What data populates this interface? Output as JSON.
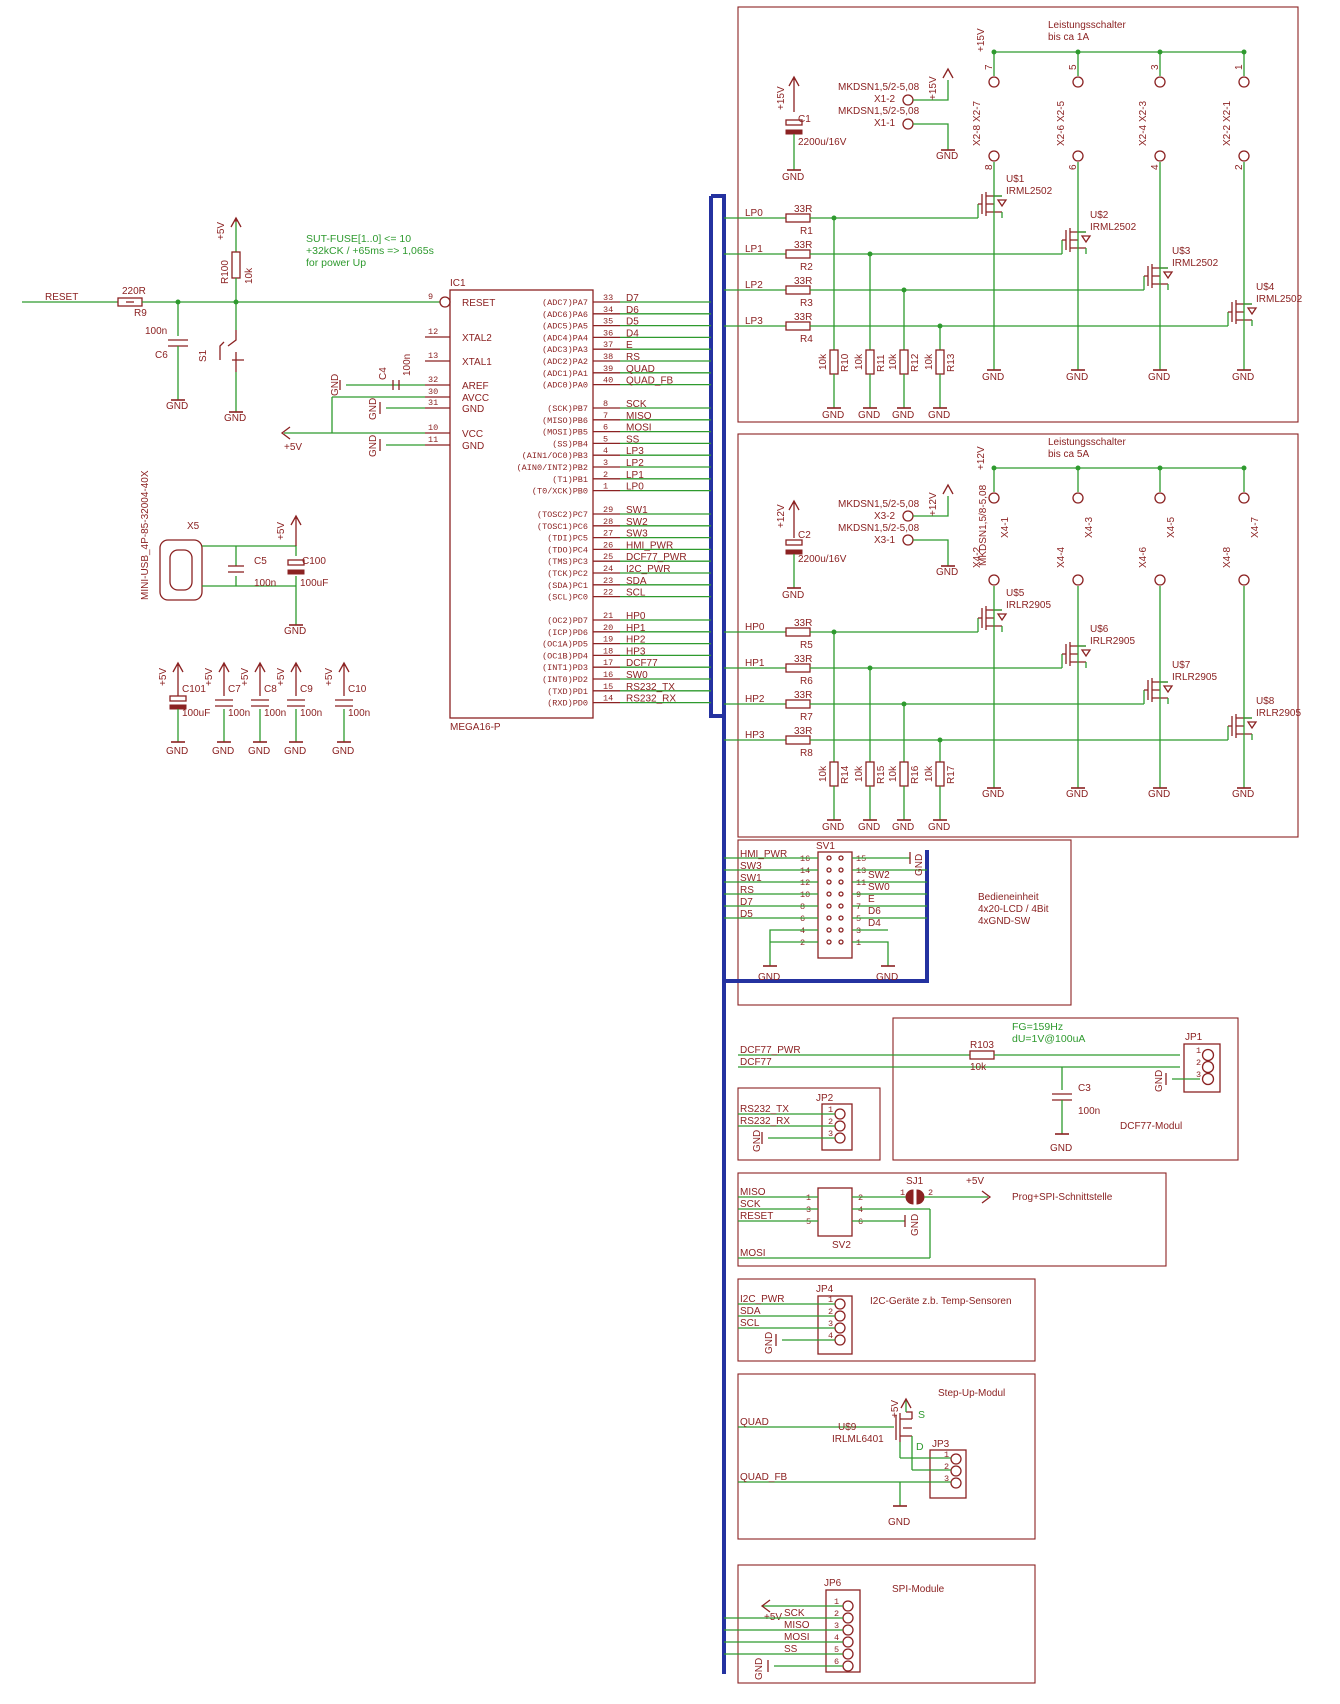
{
  "mcu": {
    "ref": "IC1",
    "value": "MEGA16-P",
    "left_pins": [
      {
        "num": "9",
        "name": "RESET"
      },
      {
        "num": "12",
        "name": "XTAL2"
      },
      {
        "num": "13",
        "name": "XTAL1"
      },
      {
        "num": "32",
        "name": "AREF"
      },
      {
        "num": "30",
        "name": "AVCC"
      },
      {
        "num": "31",
        "name": "GND"
      },
      {
        "num": "10",
        "name": "VCC"
      },
      {
        "num": "11",
        "name": "GND"
      }
    ],
    "right_pins": [
      {
        "num": "33",
        "name": "(ADC7)PA7",
        "net": "D7"
      },
      {
        "num": "34",
        "name": "(ADC6)PA6",
        "net": "D6"
      },
      {
        "num": "35",
        "name": "(ADC5)PA5",
        "net": "D5"
      },
      {
        "num": "36",
        "name": "(ADC4)PA4",
        "net": "D4"
      },
      {
        "num": "37",
        "name": "(ADC3)PA3",
        "net": "E"
      },
      {
        "num": "38",
        "name": "(ADC2)PA2",
        "net": "RS"
      },
      {
        "num": "39",
        "name": "(ADC1)PA1",
        "net": "QUAD"
      },
      {
        "num": "40",
        "name": "(ADC0)PA0",
        "net": "QUAD_FB"
      },
      {
        "num": "8",
        "name": "(SCK)PB7",
        "net": "SCK"
      },
      {
        "num": "7",
        "name": "(MISO)PB6",
        "net": "MISO"
      },
      {
        "num": "6",
        "name": "(MOSI)PB5",
        "net": "MOSI"
      },
      {
        "num": "5",
        "name": "(SS)PB4",
        "net": "SS"
      },
      {
        "num": "4",
        "name": "(AIN1/OC0)PB3",
        "net": "LP3"
      },
      {
        "num": "3",
        "name": "(AIN0/INT2)PB2",
        "net": "LP2"
      },
      {
        "num": "2",
        "name": "(T1)PB1",
        "net": "LP1"
      },
      {
        "num": "1",
        "name": "(T0/XCK)PB0",
        "net": "LP0"
      },
      {
        "num": "29",
        "name": "(TOSC2)PC7",
        "net": "SW1"
      },
      {
        "num": "28",
        "name": "(TOSC1)PC6",
        "net": "SW2"
      },
      {
        "num": "27",
        "name": "(TDI)PC5",
        "net": "SW3"
      },
      {
        "num": "26",
        "name": "(TDO)PC4",
        "net": "HMI_PWR"
      },
      {
        "num": "25",
        "name": "(TMS)PC3",
        "net": "DCF77_PWR"
      },
      {
        "num": "24",
        "name": "(TCK)PC2",
        "net": "I2C_PWR"
      },
      {
        "num": "23",
        "name": "(SDA)PC1",
        "net": "SDA"
      },
      {
        "num": "22",
        "name": "(SCL)PC0",
        "net": "SCL"
      },
      {
        "num": "21",
        "name": "(OC2)PD7",
        "net": "HP0"
      },
      {
        "num": "20",
        "name": "(ICP)PD6",
        "net": "HP1"
      },
      {
        "num": "19",
        "name": "(OC1A)PD5",
        "net": "HP2"
      },
      {
        "num": "18",
        "name": "(OC1B)PD4",
        "net": "HP3"
      },
      {
        "num": "17",
        "name": "(INT1)PD3",
        "net": "DCF77"
      },
      {
        "num": "16",
        "name": "(INT0)PD2",
        "net": "SW0"
      },
      {
        "num": "15",
        "name": "(TXD)PD1",
        "net": "RS232_TX"
      },
      {
        "num": "14",
        "name": "(RXD)PD0",
        "net": "RS232_RX"
      }
    ]
  },
  "reset": {
    "net": "RESET",
    "r9": {
      "ref": "R9",
      "value": "220R"
    },
    "c6": {
      "ref": "C6",
      "value": "100n"
    },
    "r100": {
      "ref": "R100",
      "value": "10k"
    },
    "s1": {
      "ref": "S1"
    },
    "note": [
      "SUT-FUSE[1..0] <= 10",
      "+32kCK / +65ms => 1,065s",
      "for power Up"
    ],
    "c4": {
      "ref": "C4",
      "value": "100n"
    }
  },
  "usb": {
    "ref": "X5",
    "value": "MINI-USB_4P-85-32004-40X",
    "c5": {
      "ref": "C5",
      "value": "100n"
    },
    "c100": {
      "ref": "C100",
      "value": "100uF"
    }
  },
  "decoupling": [
    {
      "ref": "C101",
      "value": "100uF",
      "polar": true
    },
    {
      "ref": "C7",
      "value": "100n",
      "polar": false
    },
    {
      "ref": "C8",
      "value": "100n",
      "polar": false
    },
    {
      "ref": "C9",
      "value": "100n",
      "polar": false
    },
    {
      "ref": "C10",
      "value": "100n",
      "polar": false
    }
  ],
  "power_labels": {
    "p5": "+5V",
    "p15": "+15V",
    "p12": "+12V",
    "gnd": "GND"
  },
  "lp_block": {
    "title": [
      "Leistungsschalter",
      "bis ca 1A"
    ],
    "supply": "+15V",
    "cap": {
      "ref": "C1",
      "value": "2200u/16V"
    },
    "terminals": [
      "MKDSN1,5/2-5,08",
      "X1-2",
      "MKDSN1,5/2-5,08",
      "X1-1"
    ],
    "nets": [
      "LP0",
      "LP1",
      "LP2",
      "LP3"
    ],
    "gate_res": [
      {
        "ref": "R1",
        "value": "33R"
      },
      {
        "ref": "R2",
        "value": "33R"
      },
      {
        "ref": "R3",
        "value": "33R"
      },
      {
        "ref": "R4",
        "value": "33R"
      }
    ],
    "pulldowns": [
      {
        "ref": "R10",
        "value": "10k"
      },
      {
        "ref": "R11",
        "value": "10k"
      },
      {
        "ref": "R12",
        "value": "10k"
      },
      {
        "ref": "R13",
        "value": "10k"
      }
    ],
    "fets": [
      {
        "ref": "U$1",
        "value": "IRML2502"
      },
      {
        "ref": "U$2",
        "value": "IRML2502"
      },
      {
        "ref": "U$3",
        "value": "IRML2502"
      },
      {
        "ref": "U$4",
        "value": "IRML2502"
      }
    ],
    "top_pads": [
      [
        "7",
        "X2-7"
      ],
      [
        "5",
        "X2-5"
      ],
      [
        "3",
        "X2-3"
      ],
      [
        "1",
        "X2-1"
      ]
    ],
    "bot_pads": [
      [
        "8",
        "X2-8"
      ],
      [
        "6",
        "X2-6"
      ],
      [
        "4",
        "X2-4"
      ],
      [
        "2",
        "X2-2"
      ]
    ]
  },
  "hp_block": {
    "title": [
      "Leistungsschalter",
      "bis ca 5A"
    ],
    "supply": "+12V",
    "cap": {
      "ref": "C2",
      "value": "2200u/16V"
    },
    "terminals": [
      "MKDSN1,5/2-5,08",
      "X3-2",
      "MKDSN1,5/2-5,08",
      "X3-1"
    ],
    "terminal_vert": "MKDSN1,5/8-5,08",
    "nets": [
      "HP0",
      "HP1",
      "HP2",
      "HP3"
    ],
    "gate_res": [
      {
        "ref": "R5",
        "value": "33R"
      },
      {
        "ref": "R6",
        "value": "33R"
      },
      {
        "ref": "R7",
        "value": "33R"
      },
      {
        "ref": "R8",
        "value": "33R"
      }
    ],
    "pulldowns": [
      {
        "ref": "R14",
        "value": "10k"
      },
      {
        "ref": "R15",
        "value": "10k"
      },
      {
        "ref": "R16",
        "value": "10k"
      },
      {
        "ref": "R17",
        "value": "10k"
      }
    ],
    "fets": [
      {
        "ref": "U$5",
        "value": "IRLR2905"
      },
      {
        "ref": "U$6",
        "value": "IRLR2905"
      },
      {
        "ref": "U$7",
        "value": "IRLR2905"
      },
      {
        "ref": "U$8",
        "value": "IRLR2905"
      }
    ],
    "top_pads": [
      "X4-1",
      "X4-3",
      "X4-5",
      "X4-7"
    ],
    "bot_pads": [
      "X4-2",
      "X4-4",
      "X4-6",
      "X4-8"
    ]
  },
  "sv1": {
    "ref": "SV1",
    "nets_left": [
      "HMI_PWR",
      "SW3",
      "SW1",
      "RS",
      "D7",
      "D5"
    ],
    "nets_right": [
      "SW2",
      "SW0",
      "E",
      "D6",
      "D4"
    ],
    "pins_left": [
      "16",
      "14",
      "12",
      "10",
      "8",
      "6",
      "4",
      "2"
    ],
    "pins_right": [
      "15",
      "13",
      "11",
      "9",
      "7",
      "5",
      "3",
      "1"
    ],
    "desc": [
      "Bedieneinheit",
      "4x20-LCD / 4Bit",
      "4xGND-SW"
    ]
  },
  "dcf": {
    "nets": [
      "DCF77_PWR",
      "DCF77"
    ],
    "filter": [
      "FG=159Hz",
      "dU=1V@100uA"
    ],
    "r103": {
      "ref": "R103",
      "value": "10k"
    },
    "c3": {
      "ref": "C3",
      "value": "100n"
    },
    "jp1": "JP1",
    "label": "DCF77-Modul"
  },
  "rs232": {
    "nets": [
      "RS232_TX",
      "RS232_RX"
    ],
    "jp2": "JP2"
  },
  "prog": {
    "nets": [
      "MISO",
      "SCK",
      "RESET",
      "MOSI"
    ],
    "sv2": "SV2",
    "sj1": "SJ1",
    "label": "Prog+SPI-Schnittstelle"
  },
  "i2c": {
    "nets": [
      "I2C_PWR",
      "SDA",
      "SCL"
    ],
    "jp4": "JP4",
    "label": "I2C-Geräte z.b. Temp-Sensoren"
  },
  "stepup": {
    "nets": [
      "QUAD",
      "QUAD_FB"
    ],
    "u9": {
      "ref": "U$9",
      "value": "IRLML6401"
    },
    "jp3": "JP3",
    "label": "Step-Up-Modul",
    "s": "S",
    "d": "D"
  },
  "spi": {
    "nets": [
      "SCK",
      "MISO",
      "MOSI",
      "SS"
    ],
    "jp6": "JP6",
    "label": "SPI-Module"
  }
}
